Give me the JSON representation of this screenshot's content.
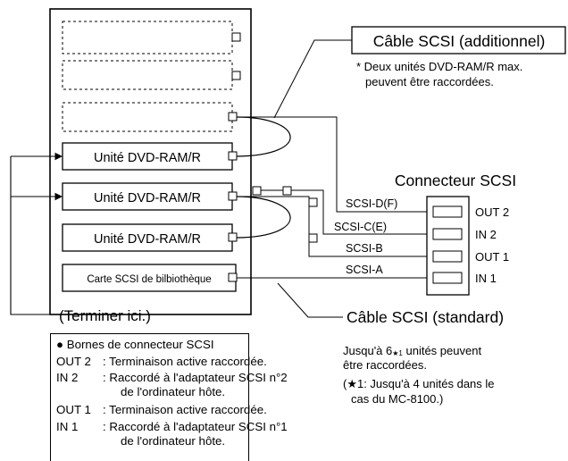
{
  "units": [
    {
      "label": "",
      "type": "empty"
    },
    {
      "label": "",
      "type": "empty"
    },
    {
      "label": "",
      "type": "empty"
    },
    {
      "label": "Unité DVD-RAM/R",
      "type": "drive"
    },
    {
      "label": "Unité DVD-RAM/R",
      "type": "drive"
    },
    {
      "label": "Unité DVD-RAM/R",
      "type": "drive"
    },
    {
      "label": "Carte SCSI de bilbiothèque",
      "type": "card"
    }
  ],
  "cable_additional": {
    "label": "Câble SCSI (additionnel)",
    "note_line1": "* Deux unités DVD-RAM/R max.",
    "note_line2": "peuvent être raccordées."
  },
  "connector": {
    "title": "Connecteur SCSI",
    "ports": [
      {
        "cable": "SCSI-D(F)",
        "port": "OUT 2"
      },
      {
        "cable": "SCSI-C(E)",
        "port": "IN 2"
      },
      {
        "cable": "SCSI-B",
        "port": "OUT 1"
      },
      {
        "cable": "SCSI-A",
        "port": "IN 1"
      }
    ]
  },
  "terminate_label": "(Terminer ici.)",
  "cable_standard": {
    "label": "Câble SCSI (standard)",
    "note_line1": "Jusqu'à 6",
    "note_line1_mark": "★1",
    "note_line1_rest": " unités peuvent",
    "note_line2": "être raccordées.",
    "note_line3": "(★1: Jusqu'à 4 unités dans le",
    "note_line4": "cas du MC-8100.)"
  },
  "legend": {
    "title": "● Bornes de connecteur SCSI",
    "entries": [
      {
        "key": "OUT 2",
        "sep": ":",
        "line1": "Terminaison active raccordée.",
        "line2": ""
      },
      {
        "key": "IN 2",
        "sep": ":",
        "line1": "Raccordé à l'adaptateur SCSI n°2",
        "line2": "de l'ordinateur hôte."
      },
      {
        "key": "OUT 1",
        "sep": ":",
        "line1": "Terminaison active raccordée.",
        "line2": ""
      },
      {
        "key": "IN 1",
        "sep": ":",
        "line1": "Raccordé à l'adaptateur SCSI n°1",
        "line2": "de l'ordinateur hôte."
      }
    ]
  }
}
